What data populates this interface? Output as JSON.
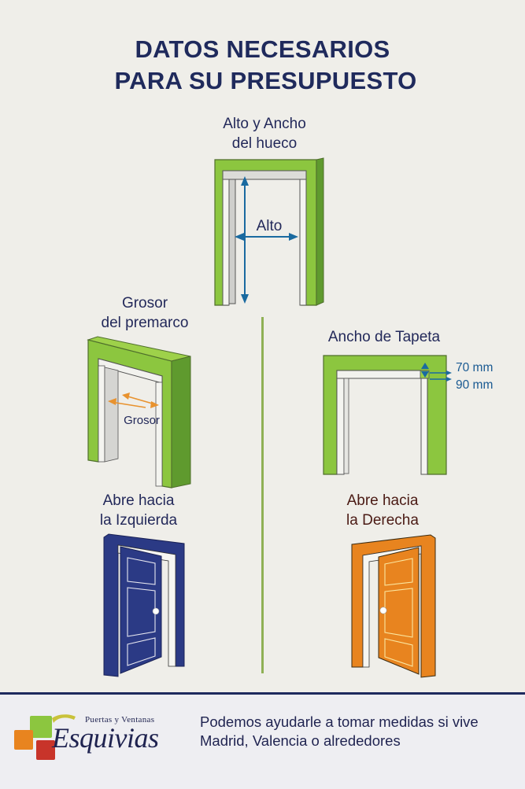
{
  "title": {
    "line1": "DATOS NECESARIOS",
    "line2": "PARA SU PRESUPUESTO"
  },
  "sections": {
    "hueco": {
      "label_line1": "Alto y Ancho",
      "label_line2": "del hueco",
      "measure_label": "Alto",
      "icon": "door-frame-height-width-icon"
    },
    "premarco": {
      "label_line1": "Grosor",
      "label_line2": "del premarco",
      "measure_label": "Grosor",
      "icon": "door-frame-thickness-icon"
    },
    "tapeta": {
      "label": "Ancho de Tapeta",
      "options": [
        "70 mm",
        "90 mm"
      ],
      "icon": "door-trim-width-icon"
    },
    "izquierda": {
      "label_line1": "Abre hacia",
      "label_line2": "la Izquierda",
      "icon": "door-opening-left-icon",
      "color": "#2b3a85"
    },
    "derecha": {
      "label_line1": "Abre hacia",
      "label_line2": "la Derecha",
      "icon": "door-opening-right-icon",
      "color": "#e8841f"
    }
  },
  "footer": {
    "logo": {
      "tagline": "Puertas y Ventanas",
      "brand": "Esquivias"
    },
    "message_line1": "Podemos ayudarle a tomar medidas si vive",
    "message_line2": "Madrid, Valencia o alrededores"
  },
  "colors": {
    "title": "#1f2a5c",
    "frame_green": "#8cc63f",
    "frame_green_dark": "#5f9a2e",
    "measure_blue": "#1a6aa0",
    "measure_orange": "#e8922e",
    "door_blue": "#2b3a85",
    "door_orange": "#e8841f",
    "divider": "#8fb055",
    "footer_border": "#1e2a5e"
  }
}
